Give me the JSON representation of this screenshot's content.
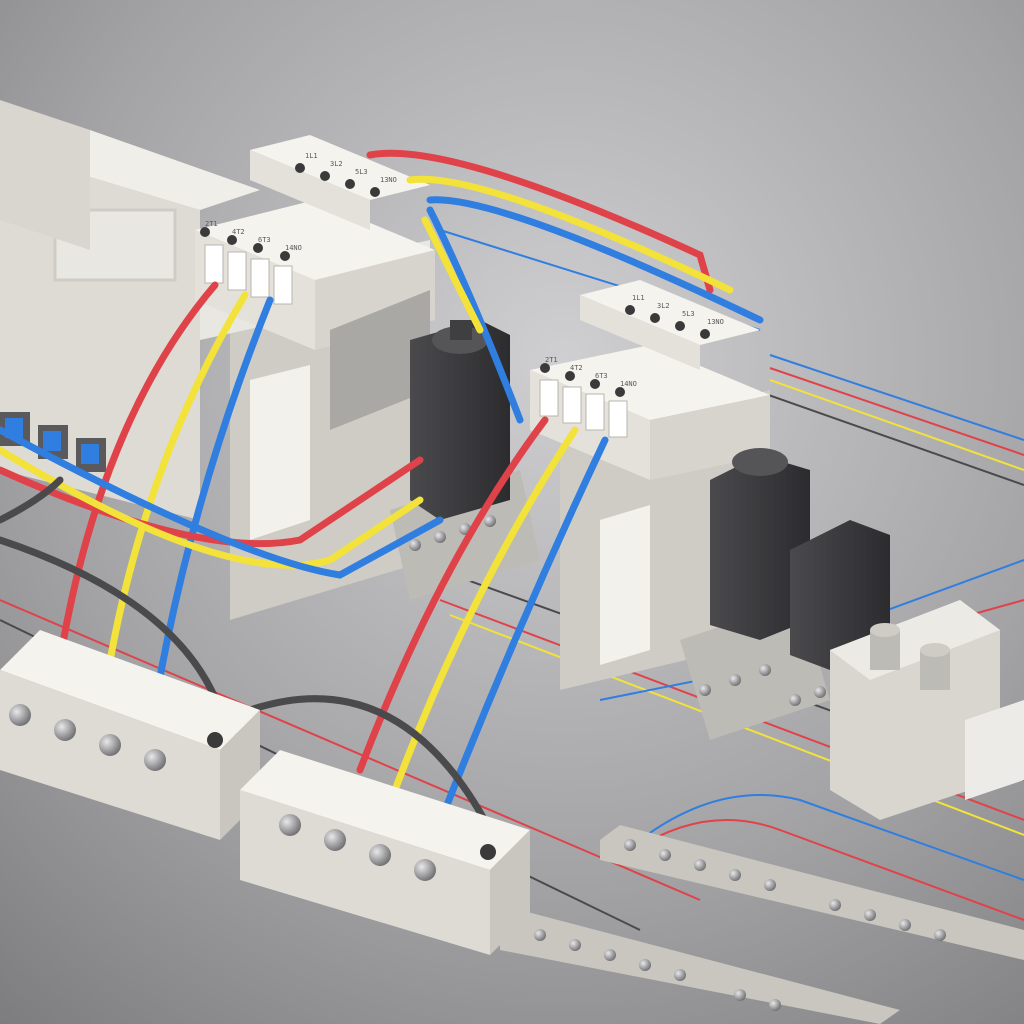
{
  "scene": {
    "kind": "3d-render",
    "subject": "din-rail-electrical-assembly"
  },
  "contactor_labels": {
    "top": [
      "1L1",
      "3L2",
      "5L3",
      "13NO"
    ],
    "bottom": [
      "2T1",
      "4T2",
      "6T3",
      "14NO"
    ]
  },
  "colors": {
    "background_light": "#c9c9cb",
    "background_dark": "#7f7f81",
    "housing": "#e9e7e2",
    "housing_shade": "#c9c6bf",
    "relay_dark": "#3b3b3e",
    "wire_red": "#e0424a",
    "wire_yellow": "#f2e23a",
    "wire_blue": "#2f7ee0",
    "wire_gray": "#4a4a4c",
    "screw": "#a9a9ab"
  }
}
